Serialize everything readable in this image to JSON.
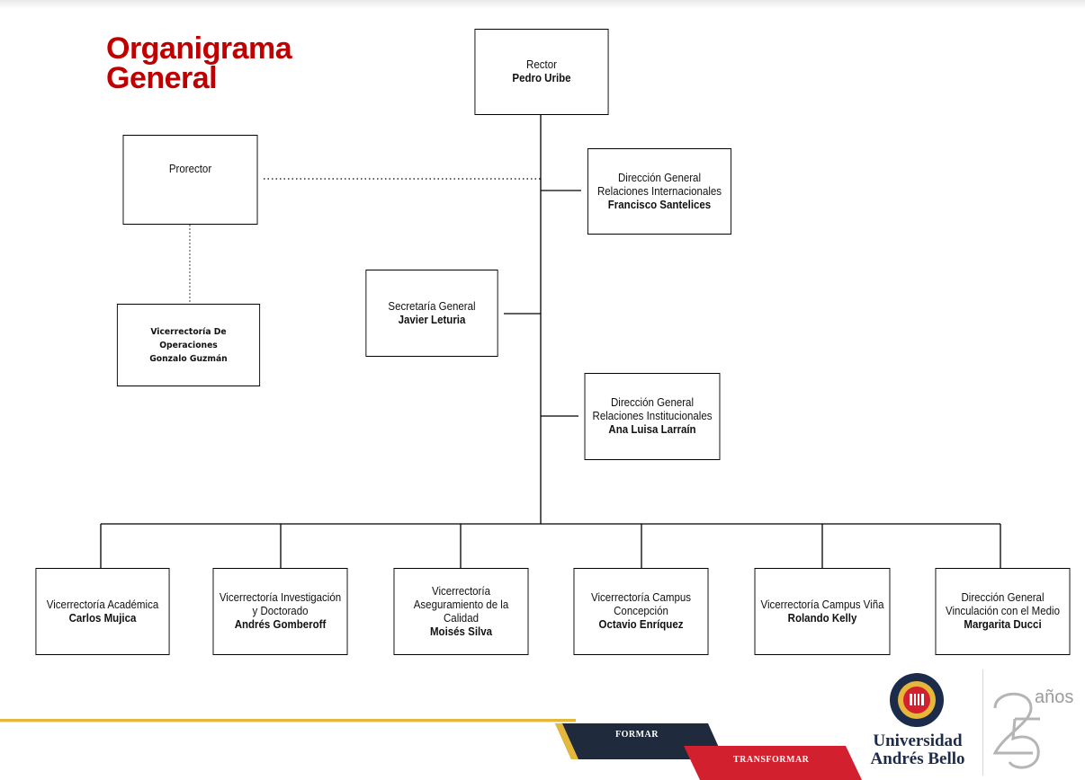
{
  "title": {
    "line1": "Organigrama",
    "line2": "General"
  },
  "nodes": {
    "rector": {
      "role": "Rector",
      "name": "Pedro Uribe"
    },
    "prorector": {
      "role": "Prorector"
    },
    "vr_operaciones": {
      "role_line1": "Vicerrectoría De",
      "role_line2": "Operaciones",
      "name": "Gonzalo Guzmán"
    },
    "dg_internacionales": {
      "role_line1": "Dirección General",
      "role_line2": "Relaciones Internacionales",
      "name": "Francisco Santelices"
    },
    "secretaria": {
      "role": "Secretaría General",
      "name": "Javier Leturia"
    },
    "dg_institucionales": {
      "role_line1": "Dirección General",
      "role_line2": "Relaciones Institucionales",
      "name": "Ana Luisa Larraín"
    },
    "vr_academica": {
      "role": "Vicerrectoría Académica",
      "name": "Carlos Mujica"
    },
    "vr_investigacion": {
      "role_line1": "Vicerrectoría Investigación",
      "role_line2": "y Doctorado",
      "name": "Andrés Gomberoff"
    },
    "vr_calidad": {
      "role_line1": "Vicerrectoría",
      "role_line2": "Aseguramiento de la",
      "role_line3": "Calidad",
      "name": "Moisés Silva"
    },
    "vr_concepcion": {
      "role_line1": "Vicerrectoría Campus",
      "role_line2": "Concepción",
      "name": "Octavio Enríquez"
    },
    "vr_vina": {
      "role": "Vicerrectoría Campus Viña",
      "name": "Rolando Kelly"
    },
    "dg_vinculacion": {
      "role_line1": "Dirección General",
      "role_line2": "Vinculación con el Medio",
      "name": "Margarita Ducci"
    }
  },
  "footer": {
    "formar": "FORMAR",
    "transformar": "TRANSFORMAR",
    "university_line1": "Universidad",
    "university_line2": "Andrés Bello",
    "anniversary_suffix": "años",
    "colors": {
      "red": "#c00000",
      "navy": "#1c2b4a",
      "gold": "#e5b73b",
      "banner_red": "#d2202f",
      "banner_dark": "#1f2a3c"
    }
  }
}
